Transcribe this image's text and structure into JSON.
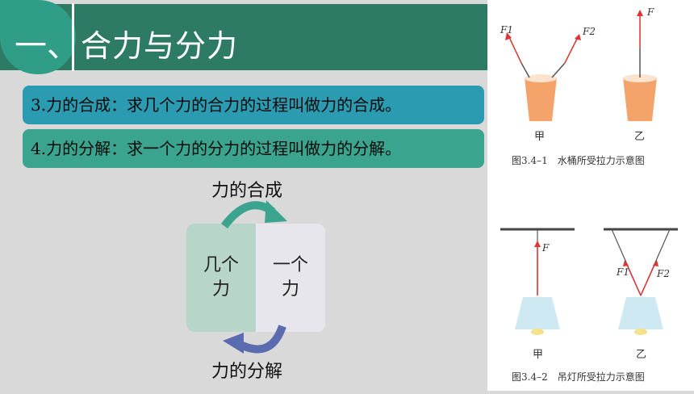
{
  "title": {
    "number": "一、",
    "text": "合力与分力"
  },
  "rows": [
    "3.力的合成：求几个力的合力的过程叫做力的合成。",
    "4.力的分解：求一个力的分力的过程叫做力的分解。"
  ],
  "diagram": {
    "top_label": "力的合成",
    "bottom_label": "力的分解",
    "left_box": [
      "几个",
      "力"
    ],
    "right_box": [
      "一个",
      "力"
    ]
  },
  "figure1": {
    "force_labels": [
      "F1",
      "F2",
      "F"
    ],
    "sub_labels": [
      "甲",
      "乙"
    ],
    "caption": "图3.4–1　水桶所受拉力示意图"
  },
  "figure2": {
    "force_labels": [
      "F",
      "F1",
      "F2"
    ],
    "sub_labels": [
      "甲",
      "乙"
    ],
    "caption": "图3.4–2　吊灯所受拉力示意图"
  },
  "colors": {
    "teal": "#2e7b65",
    "accent": "#309d86",
    "arrow_top": "#3aa48e",
    "arrow_bottom": "#5b6bb0"
  }
}
